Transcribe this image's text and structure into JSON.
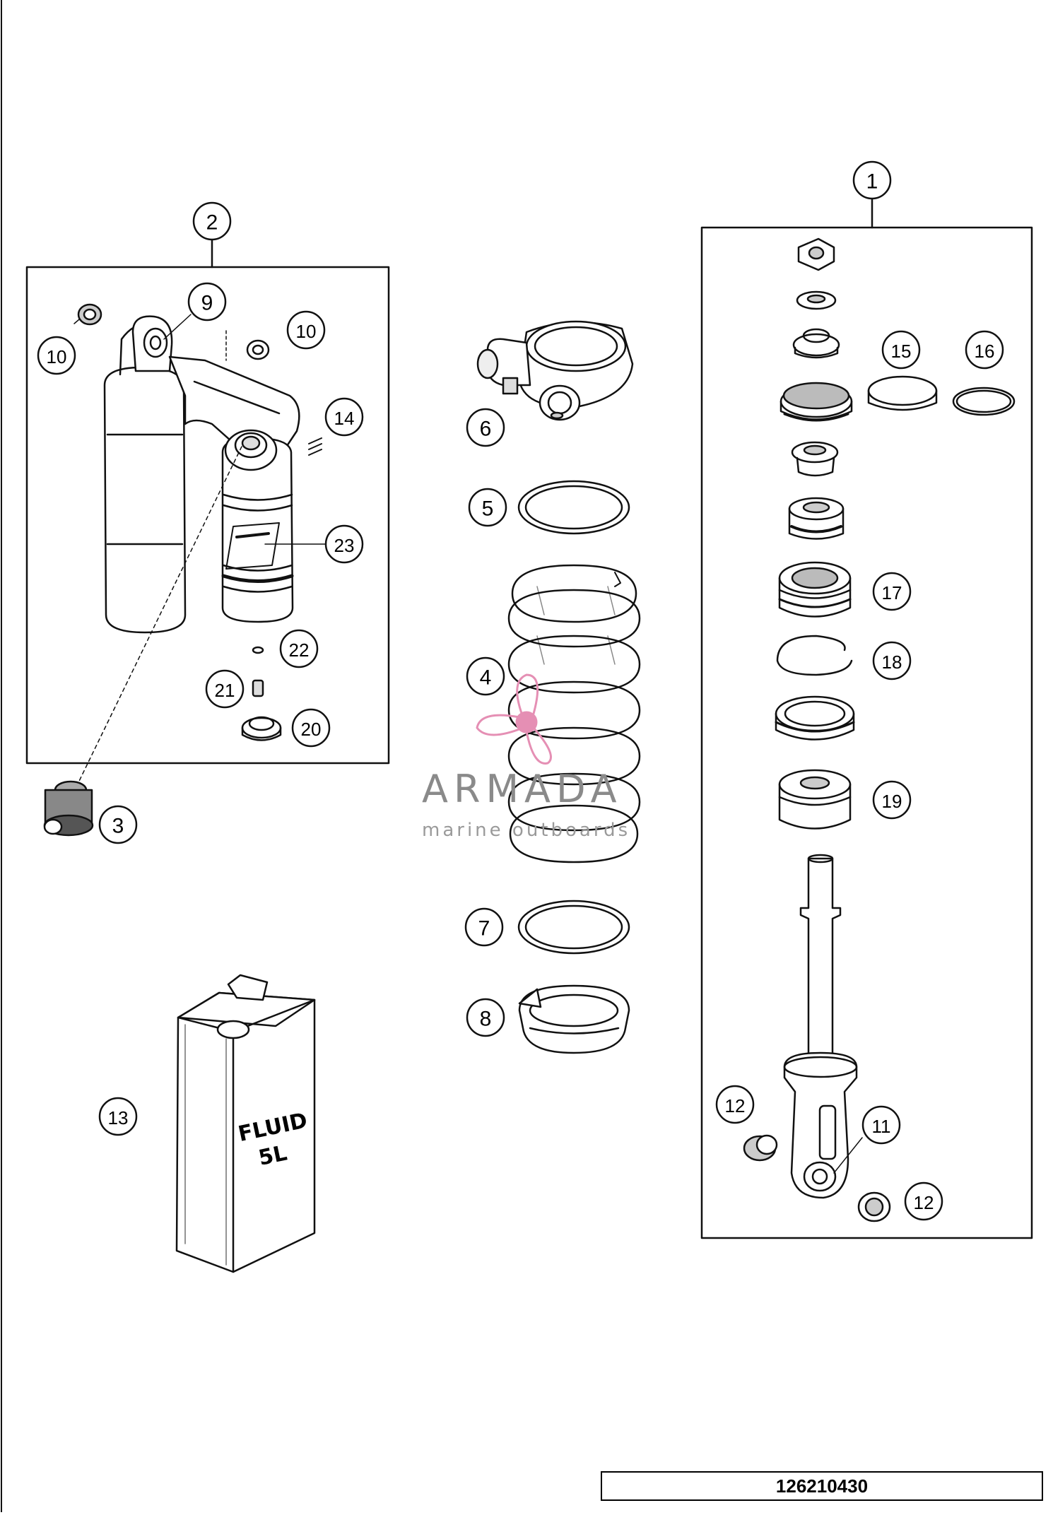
{
  "callouts": {
    "c1": "1",
    "c2": "2",
    "c3": "3",
    "c4": "4",
    "c5": "5",
    "c6": "6",
    "c7": "7",
    "c8": "8",
    "c9": "9",
    "c10a": "10",
    "c10b": "10",
    "c11": "11",
    "c12a": "12",
    "c12b": "12",
    "c13": "13",
    "c14": "14",
    "c15": "15",
    "c16": "16",
    "c17": "17",
    "c18": "18",
    "c19": "19",
    "c20": "20",
    "c21": "21",
    "c22": "22",
    "c23": "23"
  },
  "fluid_can": {
    "line1": "FLUID",
    "line2": "5L"
  },
  "watermark": {
    "brand": "ARMADA",
    "tagline": "marine outboards",
    "accent_color": "#e58fb4"
  },
  "document_number": "126210430",
  "colors": {
    "line": "#111111",
    "fill": "#ffffff",
    "shade": "#cfcfcf"
  }
}
